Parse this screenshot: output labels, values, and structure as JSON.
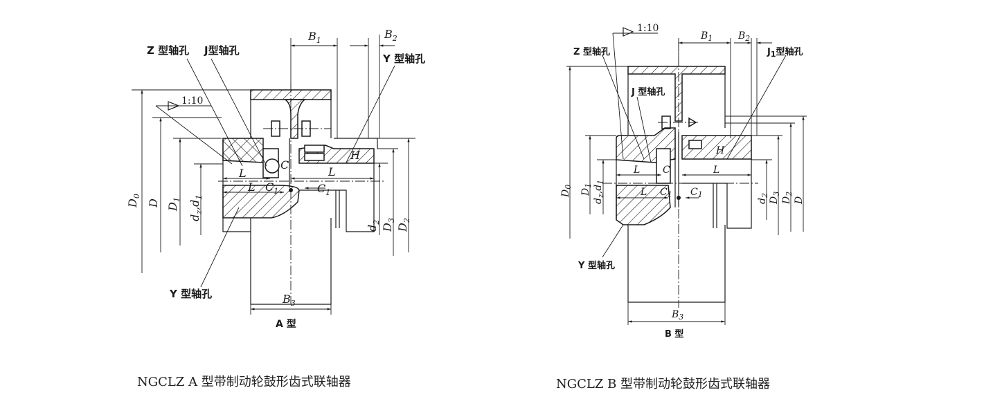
{
  "figures": [
    {
      "id": "A",
      "type_label": "A 型",
      "caption": "NGCLZ  A 型带制动轮鼓形齿式联轴器",
      "taper_ratio": "1:10",
      "callouts": {
        "z_bore": "Z 型轴孔",
        "j_bore": "J型轴孔",
        "y_bore_top": "Y 型轴孔",
        "y_bore_bottom": "Y 型轴孔"
      },
      "dimensions": {
        "B1": "B",
        "B1_sub": "1",
        "B2": "B",
        "B2_sub": "2",
        "B3": "B",
        "B3_sub": "3",
        "D0": "D",
        "D0_sub": "0",
        "D": "D",
        "D1": "D",
        "D1_sub": "1",
        "dz_d1": "d",
        "dz_sub": "z",
        "dz_sep": ",d",
        "d1_sub": "1",
        "d2": "d",
        "d2_sub": "2",
        "D3": "D",
        "D3_sub": "3",
        "D2": "D",
        "D2_sub": "2",
        "L": "L",
        "C": "C",
        "C1": "C",
        "C1_sub": "1",
        "H": "H"
      }
    },
    {
      "id": "B",
      "type_label": "B 型",
      "caption": "NGCLZ  B 型带制动轮鼓形齿式联轴器",
      "taper_ratio": "1:10",
      "callouts": {
        "z_bore": "Z 型轴孔",
        "j_bore": "J 型轴孔",
        "j1_bore": "J",
        "j1_sub": "1",
        "j1_rest": "型轴孔",
        "y_bore": "Y 型轴孔"
      },
      "dimensions": {
        "B1": "B",
        "B1_sub": "1",
        "B2": "B",
        "B2_sub": "2",
        "B3": "B",
        "B3_sub": "3",
        "D0": "D",
        "D0_sub": "0",
        "D1": "D",
        "D1_sub": "1",
        "dz_d1": "d",
        "dz_sub": "z",
        "dz_sep": ",d",
        "d1_sub": "1",
        "d2": "d",
        "d2_sub": "2",
        "D3": "D",
        "D3_sub": "3",
        "D2": "D",
        "D2_sub": "2",
        "D": "D",
        "L": "L",
        "C": "C",
        "C1": "C",
        "C1_sub": "1",
        "H": "H"
      }
    }
  ]
}
